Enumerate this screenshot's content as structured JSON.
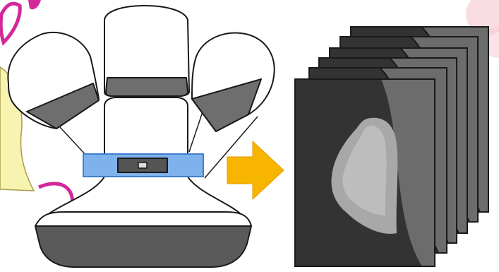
{
  "diagram": {
    "device": {
      "tube_count": 3,
      "detector": "flat-panel"
    },
    "output": {
      "slice_count": 6
    },
    "colors": {
      "background": "#ffffff",
      "outline": "#1a1a1a",
      "device_fill": "#ffffff",
      "device_shade": "#6e6e6e",
      "base_dark": "#5a5a5a",
      "detector_band": "#7fb2ec",
      "detector_band_stroke": "#3f7fd0",
      "arrow": "#f7b500",
      "slice_dark": "#333333",
      "slice_mid": "#6c6c6c",
      "slice_light": "#a8a8a8",
      "left_character": "#f7f3b0",
      "left_character_outline": "#d3279a",
      "corner_flower": "#f6c6cf"
    }
  }
}
